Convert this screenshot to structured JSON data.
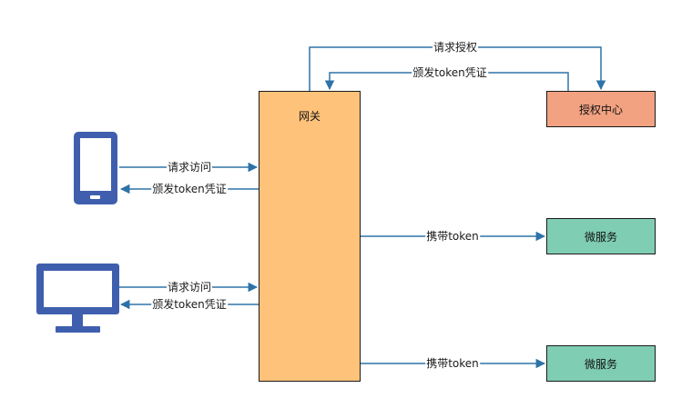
{
  "nodes": {
    "gateway": "网关",
    "auth_center": "授权中心",
    "microservice_1": "微服务",
    "microservice_2": "微服务"
  },
  "edges": {
    "request_auth": "请求授权",
    "issue_token_top": "颁发token凭证",
    "phone_request": "请求访问",
    "phone_token": "颁发token凭证",
    "monitor_request": "请求访问",
    "monitor_token": "颁发token凭证",
    "carry_token_1": "携带token",
    "carry_token_2": "携带token"
  },
  "colors": {
    "device": "#3F5FAE",
    "arrow": "#2E73A8",
    "gateway": "#FFC27A",
    "auth_center": "#F2A281",
    "microservice": "#7FCDB3"
  },
  "icons": [
    "mobile-phone-icon",
    "monitor-icon"
  ]
}
